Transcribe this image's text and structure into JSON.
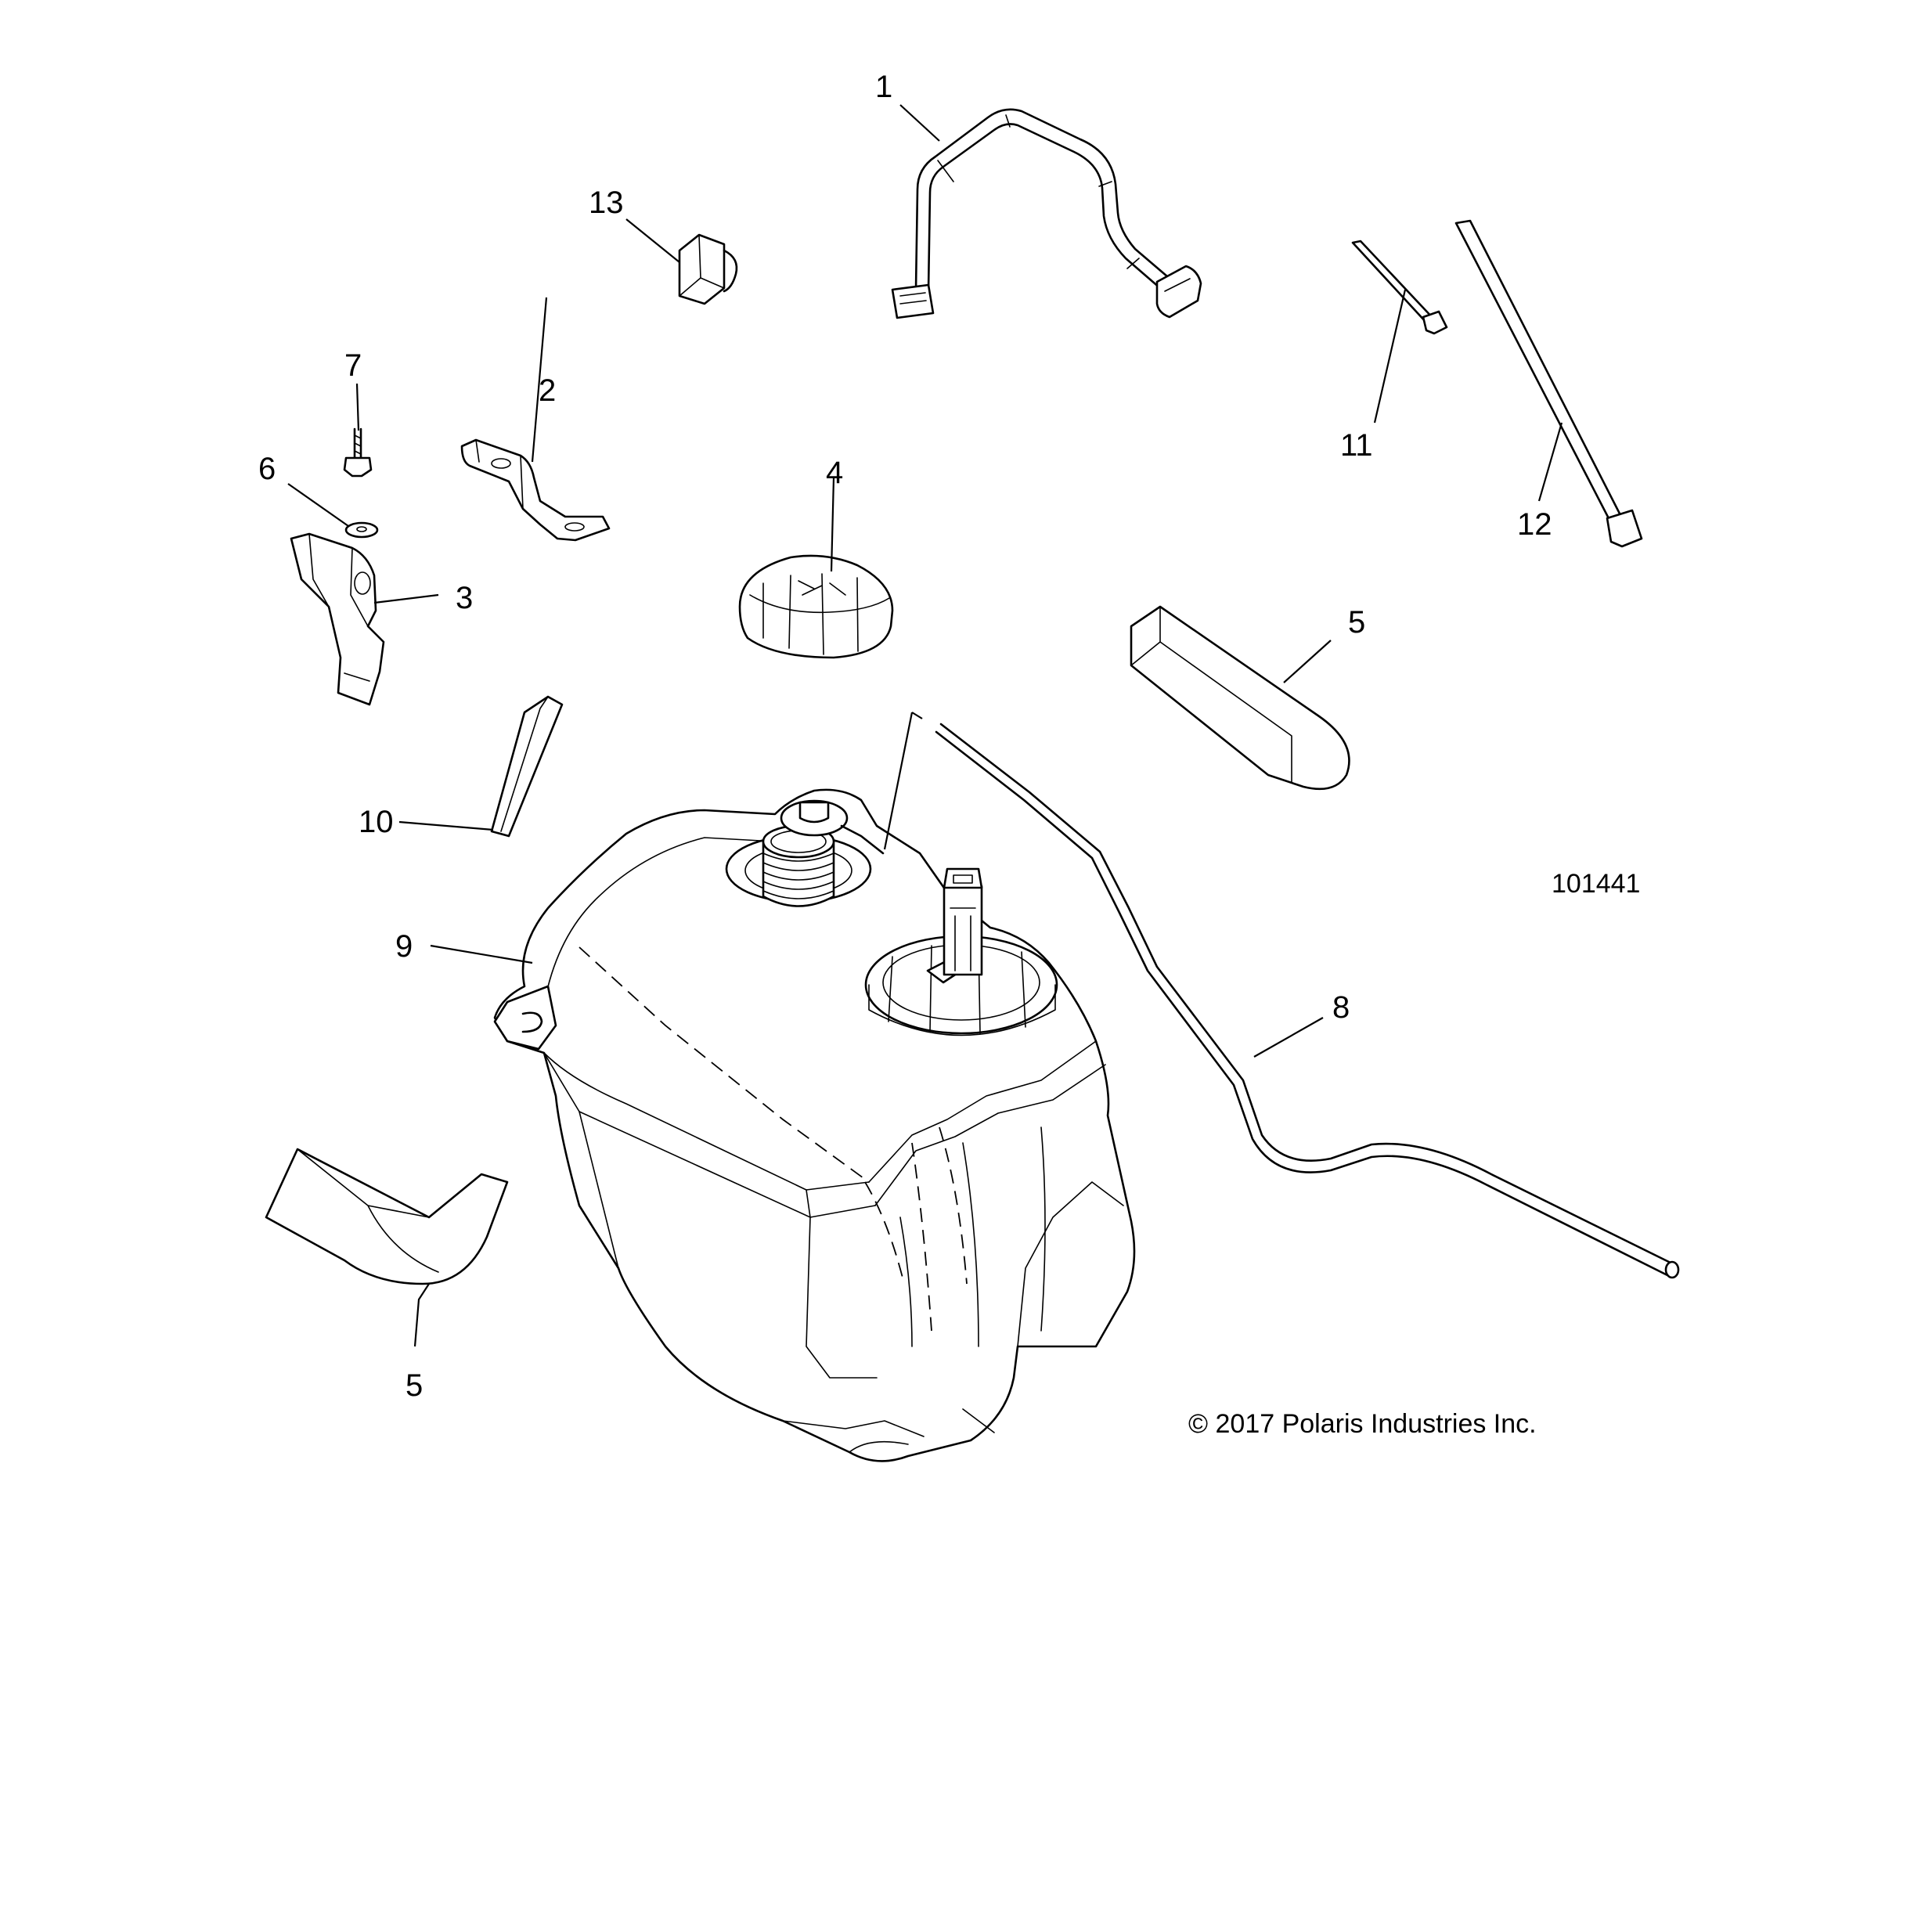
{
  "diagram": {
    "drawing_number": "101441",
    "copyright": "© 2017 Polaris Industries Inc.",
    "callouts": {
      "c1": "1",
      "c2": "2",
      "c3": "3",
      "c4": "4",
      "c5a": "5",
      "c5b": "5",
      "c6": "6",
      "c7": "7",
      "c8": "8",
      "c9": "9",
      "c10": "10",
      "c11": "11",
      "c12": "12",
      "c13": "13"
    }
  }
}
